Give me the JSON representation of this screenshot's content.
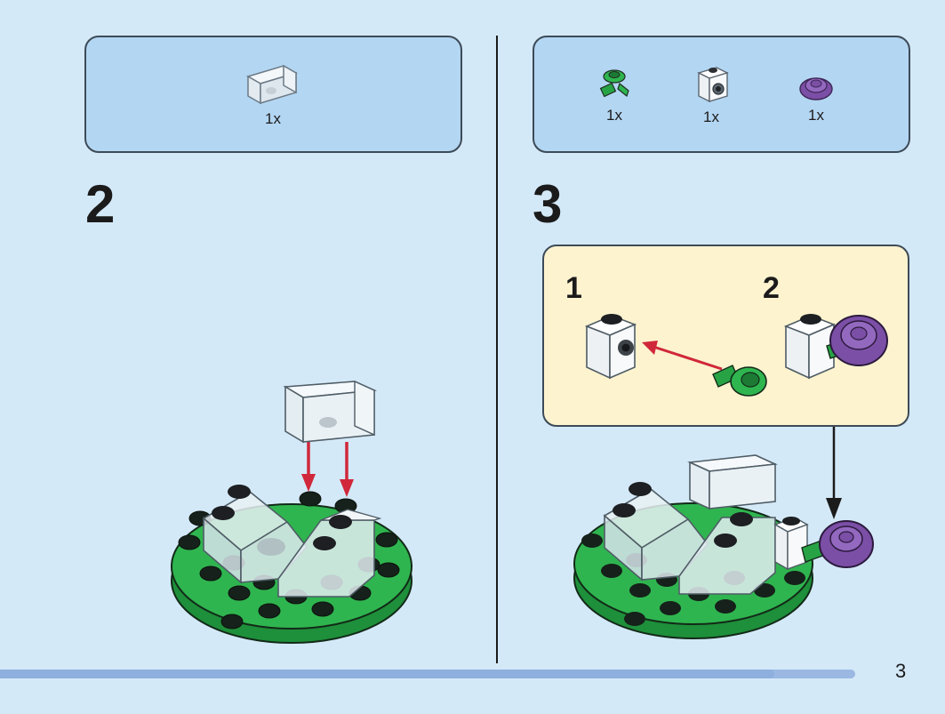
{
  "steps": [
    {
      "number": "2",
      "parts": [
        {
          "icon": "transparent-panel-brick-icon",
          "quantity": "1x"
        }
      ]
    },
    {
      "number": "3",
      "parts": [
        {
          "icon": "green-stem-plate-icon",
          "quantity": "1x"
        },
        {
          "icon": "white-bracket-brick-icon",
          "quantity": "1x"
        },
        {
          "icon": "purple-rose-icon",
          "quantity": "1x"
        }
      ],
      "substeps": [
        {
          "number": "1"
        },
        {
          "number": "2"
        }
      ]
    }
  ],
  "page_number": "3",
  "progress_fraction": 0.905
}
